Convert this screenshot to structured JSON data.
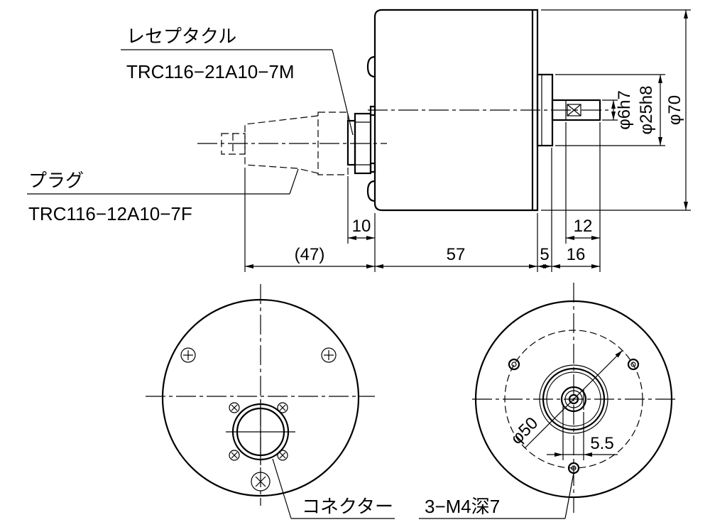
{
  "labels": {
    "receptacle": "レセプタクル",
    "receptacle_part": "TRC116−21A10−7M",
    "plug": "プラグ",
    "plug_part": "TRC116−12A10−7F",
    "connector": "コネクター",
    "mount_holes": "3−M4深7"
  },
  "dimensions": {
    "receptacle_depth": "10",
    "plug_length": "(47)",
    "body_length": "57",
    "boss_length": "5",
    "shaft_length": "16",
    "shaft_flat_length": "12",
    "shaft_diameter": "φ6h7",
    "boss_diameter": "φ25h8",
    "body_diameter": "φ70",
    "bolt_circle": "φ50",
    "flat_depth": "5.5"
  },
  "colors": {
    "line": "#000000",
    "background": "#ffffff"
  }
}
